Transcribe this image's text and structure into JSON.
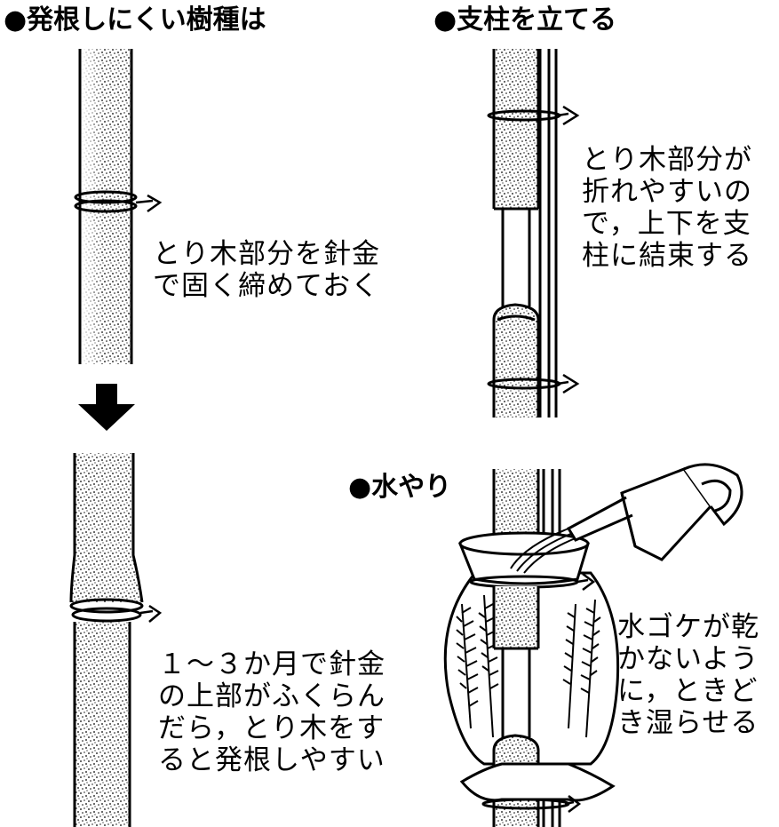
{
  "sections": {
    "difficult": {
      "heading": "●発根しにくい樹種は"
    },
    "support": {
      "heading": "●支柱を立てる"
    },
    "water": {
      "heading": "●水やり"
    }
  },
  "notes": {
    "wire_tight": [
      "とり木部分を針金",
      "で固く締めておく"
    ],
    "after_months": [
      "１～３か月で針金",
      "の上部がふくらん",
      "だら，とり木をす",
      "ると発根しやすい"
    ],
    "tie_support": [
      "とり木部分が",
      "折れやすいの",
      "で，上下を支",
      "柱に結束する"
    ],
    "moss": [
      "水ゴケが乾",
      "かないよう",
      "に，ときど",
      "き湿らせる"
    ]
  },
  "icons": {
    "arrow": "down-arrow-icon",
    "can": "watering-can-icon"
  }
}
